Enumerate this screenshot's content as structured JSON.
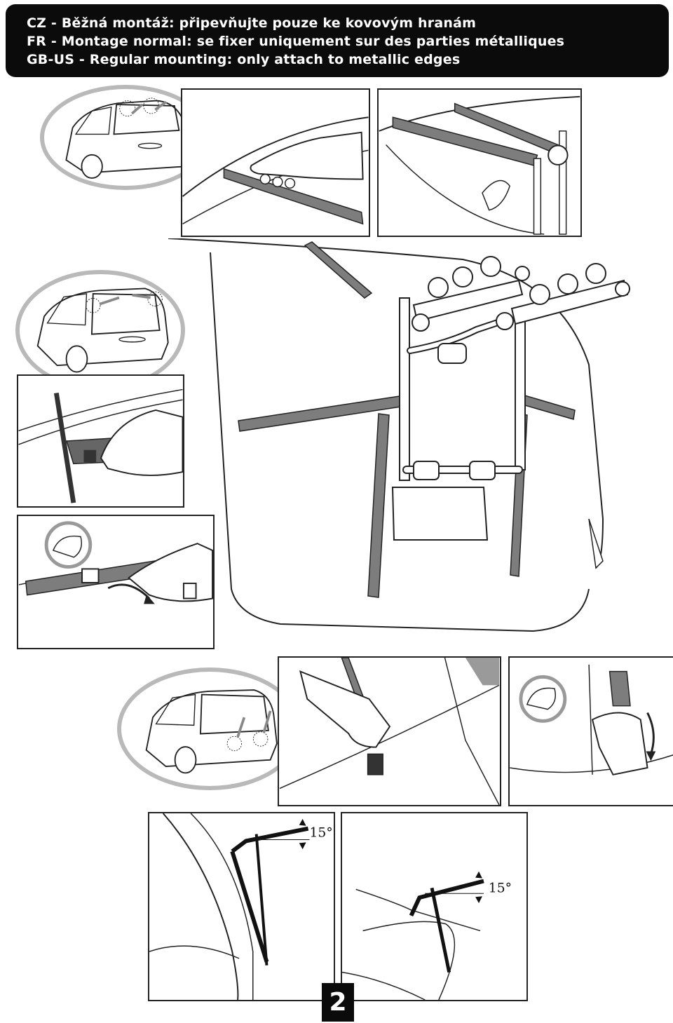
{
  "header": {
    "cz": "CZ - Běžná montáž: připevňujte pouze ke kovovým hranám",
    "fr": "FR - Montage normal: se fixer uniquement sur des parties métalliques",
    "gb": "GB-US - Regular mounting: only attach to metallic edges"
  },
  "angles": {
    "left": "15°",
    "right": "15°"
  },
  "page_number": "2",
  "colors": {
    "strap": "#7d7d7d",
    "oval_border": "#b9b9b9",
    "header_bg": "#0b0b0b"
  }
}
